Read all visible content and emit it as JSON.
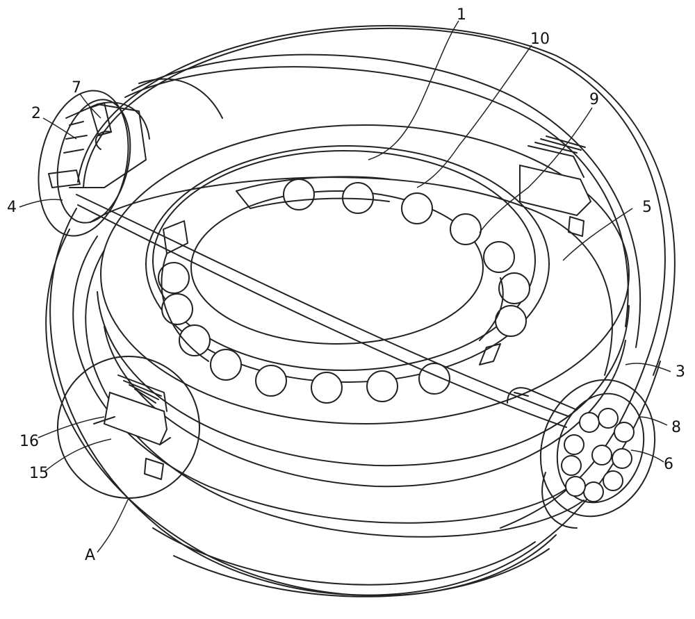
{
  "labels": {
    "l1": "1",
    "l10": "10",
    "l9": "9",
    "l7": "7",
    "l2": "2",
    "l4": "4",
    "l5": "5",
    "l3": "3",
    "l8": "8",
    "l6": "6",
    "l16": "16",
    "l15": "15",
    "lA": "A"
  }
}
